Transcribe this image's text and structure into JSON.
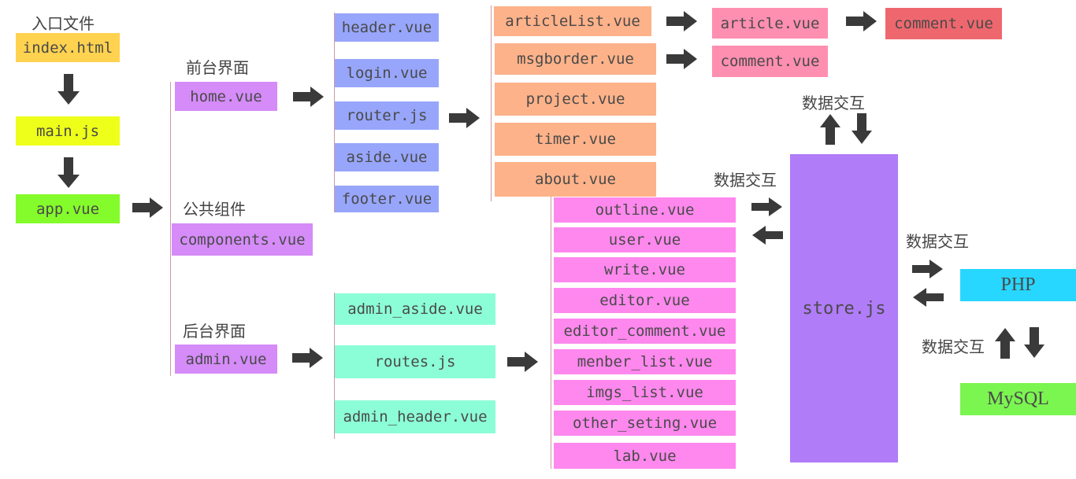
{
  "colors": {
    "yellow": "#ffd24f",
    "lime": "#eeff1a",
    "green": "#84fb2a",
    "violet": "#d58bf8",
    "blue": "#97a6fb",
    "peach": "#fdb289",
    "pink": "#ff8fb0",
    "red": "#ef676e",
    "magenta": "#fe88ee",
    "mint": "#8cfed7",
    "store": "#b07cf8",
    "cyan": "#27d7ff",
    "mysql": "#7bf550",
    "arrow": "#3a3a3a",
    "line": "#c99aa6"
  },
  "labels": {
    "entry": "入口文件",
    "front": "前台界面",
    "common": "公共组件",
    "back": "后台界面",
    "data_exchange": "数据交互"
  },
  "entry": {
    "index": "index.html",
    "main": "main.js",
    "app": "app.vue"
  },
  "level1": {
    "home": "home.vue",
    "components": "components.vue",
    "admin": "admin.vue"
  },
  "home_children": [
    "header.vue",
    "login.vue",
    "router.js",
    "aside.vue",
    "footer.vue"
  ],
  "router_children": [
    "articleList.vue",
    "msgborder.vue",
    "project.vue",
    "timer.vue",
    "about.vue"
  ],
  "article": "article.vue",
  "comment": "comment.vue",
  "admin_children": [
    "admin_aside.vue",
    "routes.js",
    "admin_header.vue"
  ],
  "routes_children": [
    "outline.vue",
    "user.vue",
    "write.vue",
    "editor.vue",
    "editor_comment.vue",
    "menber_list.vue",
    "imgs_list.vue",
    "other_seting.vue",
    "lab.vue"
  ],
  "store": "store.js",
  "php": "PHP",
  "mysql": "MySQL"
}
